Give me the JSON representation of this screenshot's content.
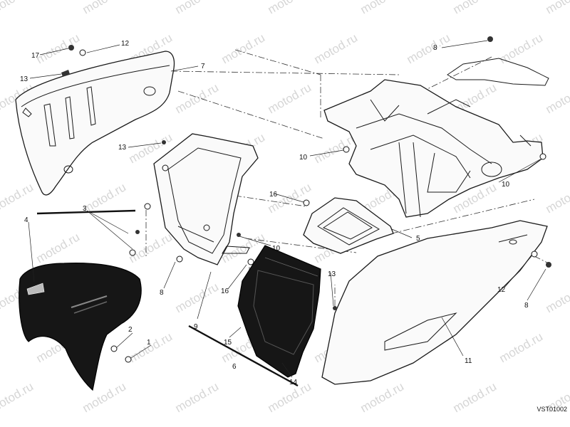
{
  "diagram": {
    "watermark_text": "motod.ru",
    "drawing_code": "VST01002",
    "callouts": [
      "17",
      "12",
      "13",
      "7",
      "8",
      "13",
      "10",
      "10",
      "16",
      "5",
      "3",
      "4",
      "2",
      "1",
      "8",
      "9",
      "10",
      "16",
      "15",
      "6",
      "14",
      "13",
      "12",
      "8",
      "11"
    ]
  },
  "colors": {
    "line": "#1a1a1a",
    "dark_part": "#161616",
    "watermark": "#d6d6d6"
  }
}
